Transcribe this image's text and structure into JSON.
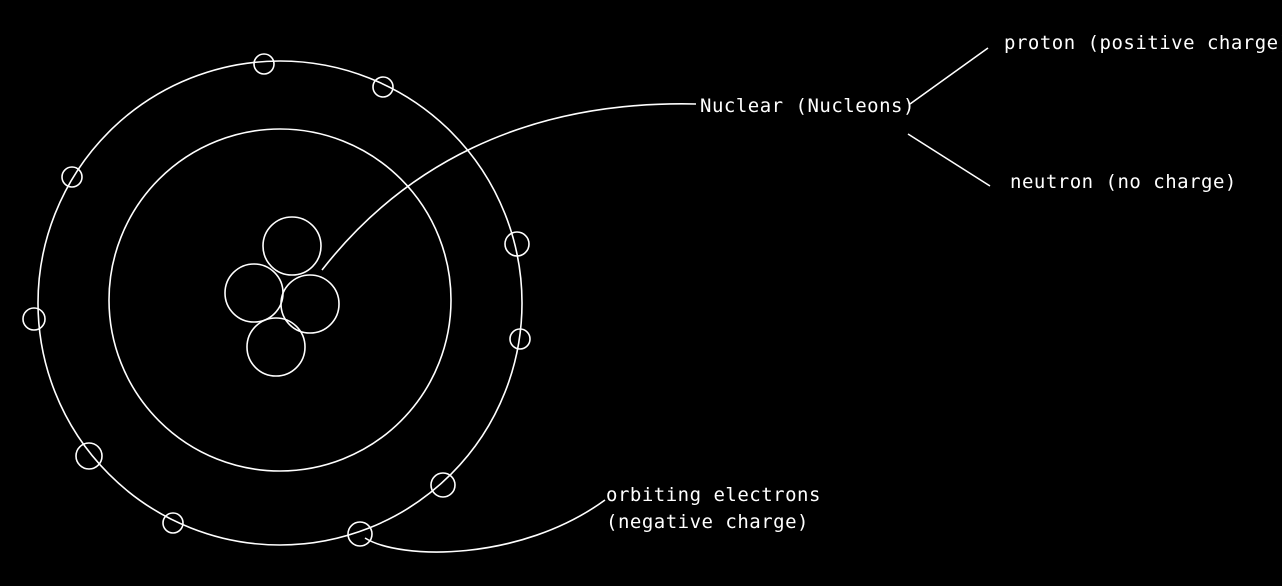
{
  "labels": {
    "nuclear": "Nuclear (Nucleons)",
    "proton": "proton (positive charge)",
    "neutron": "neutron (no charge)",
    "electrons_line1": "orbiting electrons",
    "electrons_line2": "(negative charge)"
  },
  "colors": {
    "background": "#000000",
    "stroke": "#ffffff"
  }
}
